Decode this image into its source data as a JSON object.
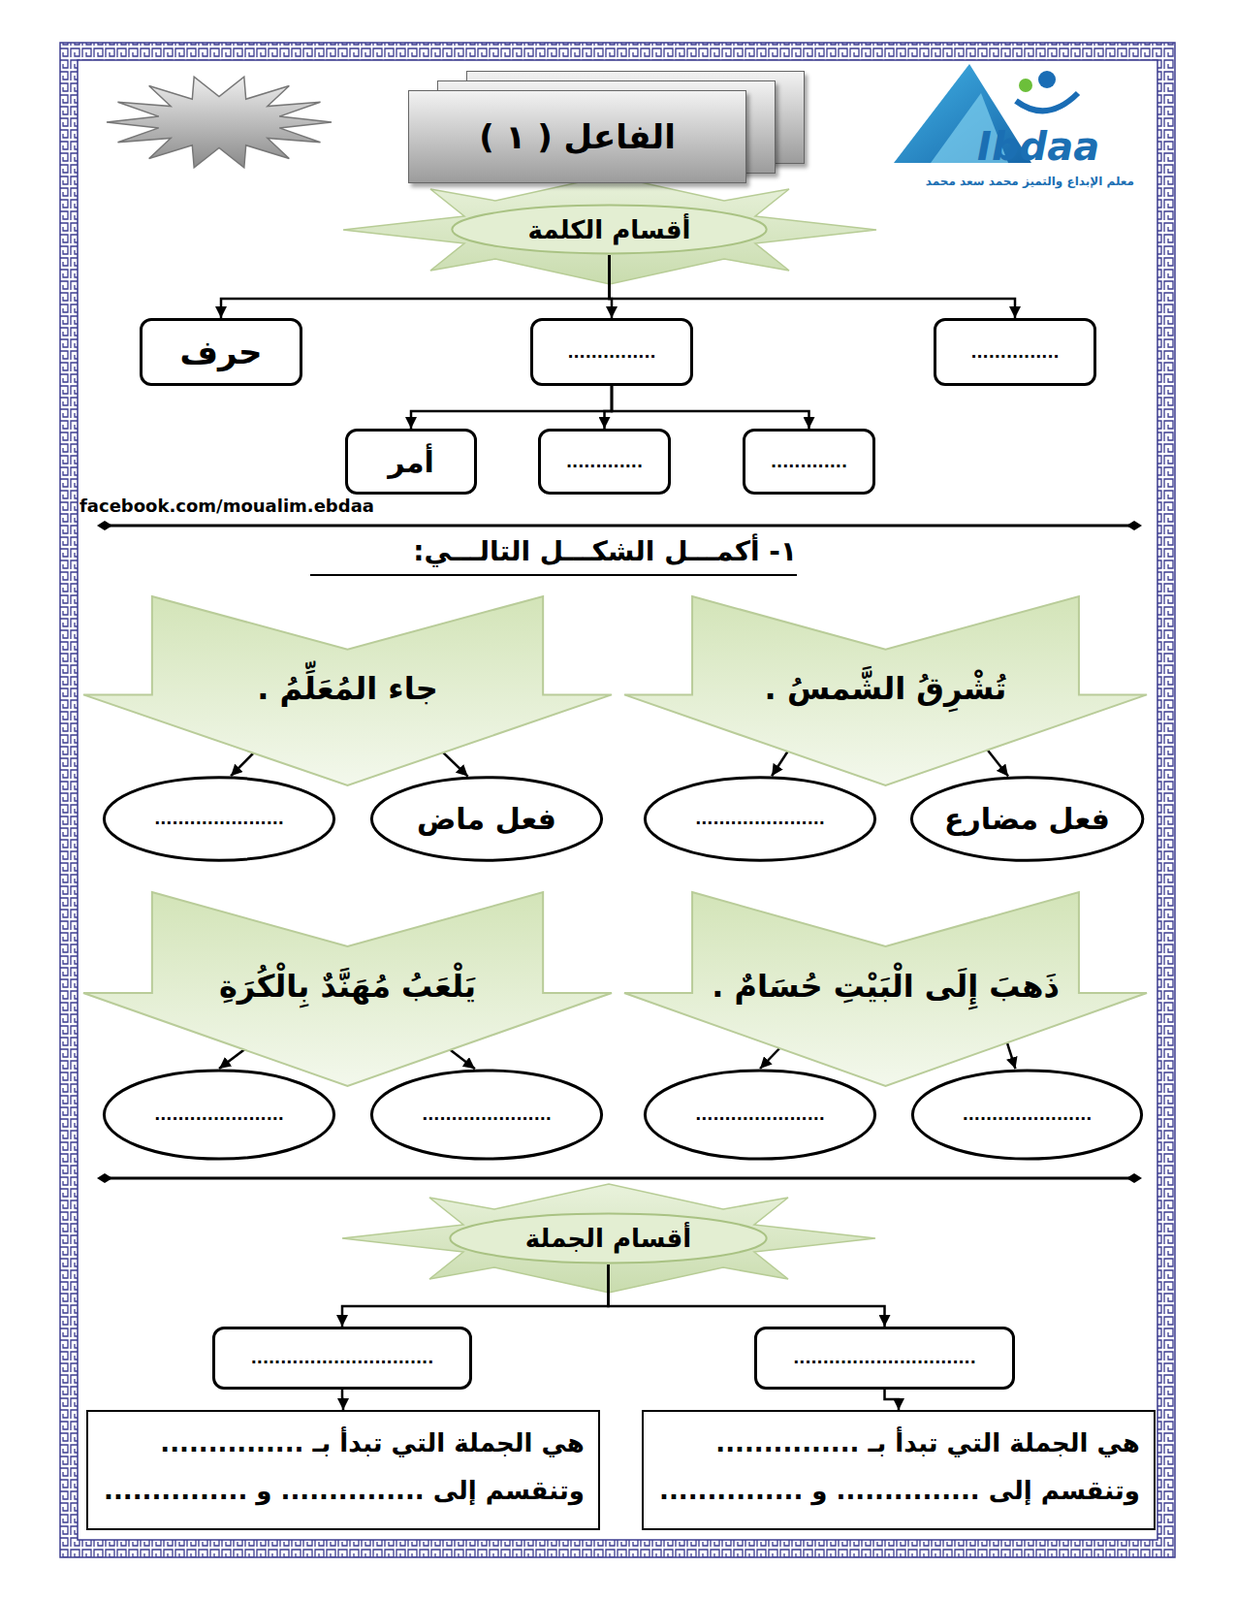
{
  "diagram": {
    "title": "الفاعل ( ١ )",
    "nodes": [
      {
        "text": [
          "أقسام الكلمة"
        ]
      },
      {
        "text": [
          "..............."
        ]
      },
      {
        "text": [
          "..............."
        ]
      },
      {
        "text": [
          "حرف"
        ]
      },
      {
        "text": [
          "............."
        ]
      },
      {
        "text": [
          "............."
        ]
      },
      {
        "text": [
          "أمر"
        ]
      },
      {
        "text": [
          "تُشْرِقُ الشَّمسُ ."
        ]
      },
      {
        "text": [
          "فعل مضارع"
        ]
      },
      {
        "text": [
          "......................"
        ]
      },
      {
        "text": [
          "جاء المُعَلِّمُ ."
        ]
      },
      {
        "text": [
          "فعل ماض"
        ]
      },
      {
        "text": [
          "......................"
        ]
      },
      {
        "text": [
          "ذَهبَ إِلَى الْبَيْتِ حُسَامٌ ."
        ]
      },
      {
        "text": [
          "......................"
        ]
      },
      {
        "text": [
          "......................"
        ]
      },
      {
        "text": [
          "يَلْعَبُ مُهَنَّدٌ بِالْكُرَةِ"
        ]
      },
      {
        "text": [
          "......................"
        ]
      },
      {
        "text": [
          "......................"
        ]
      },
      {
        "text": [
          "أقسام الجملة"
        ]
      },
      {
        "text": [
          "..............................."
        ]
      },
      {
        "text": [
          "..............................."
        ]
      },
      {
        "text": [
          "هي الجملة التي تبدأ بـ ...............",
          "وتنقسم إلى ............... و ..............."
        ]
      },
      {
        "text": [
          "هي الجملة التي تبدأ بـ ...............",
          "وتنقسم إلى ............... و ..............."
        ]
      }
    ],
    "edges": [
      {
        "from": 0,
        "to": 1,
        "arrow": "to"
      },
      {
        "from": 0,
        "to": 2,
        "arrow": "to"
      },
      {
        "from": 0,
        "to": 3,
        "arrow": "to"
      },
      {
        "from": 2,
        "to": 4,
        "arrow": "to"
      },
      {
        "from": 2,
        "to": 5,
        "arrow": "to"
      },
      {
        "from": 2,
        "to": 6,
        "arrow": "to"
      },
      {
        "from": 7,
        "to": 8,
        "arrow": "to"
      },
      {
        "from": 7,
        "to": 9,
        "arrow": "to"
      },
      {
        "from": 10,
        "to": 11,
        "arrow": "to"
      },
      {
        "from": 10,
        "to": 12,
        "arrow": "to"
      },
      {
        "from": 13,
        "to": 14,
        "arrow": "to"
      },
      {
        "from": 13,
        "to": 15,
        "arrow": "to"
      },
      {
        "from": 16,
        "to": 17,
        "arrow": "to"
      },
      {
        "from": 16,
        "to": 18,
        "arrow": "to"
      },
      {
        "from": 19,
        "to": 20,
        "arrow": "to"
      },
      {
        "from": 19,
        "to": 21,
        "arrow": "to"
      },
      {
        "from": 20,
        "to": 22,
        "arrow": "to"
      },
      {
        "from": 21,
        "to": 23,
        "arrow": "to"
      }
    ],
    "labels": [
      "Ibdaa",
      "معلم الإبداع والتميز محمد سعد محمد",
      "facebook.com/moualim.ebdaa",
      "١- أكمـــل الشكـــل التالـــي:"
    ]
  }
}
